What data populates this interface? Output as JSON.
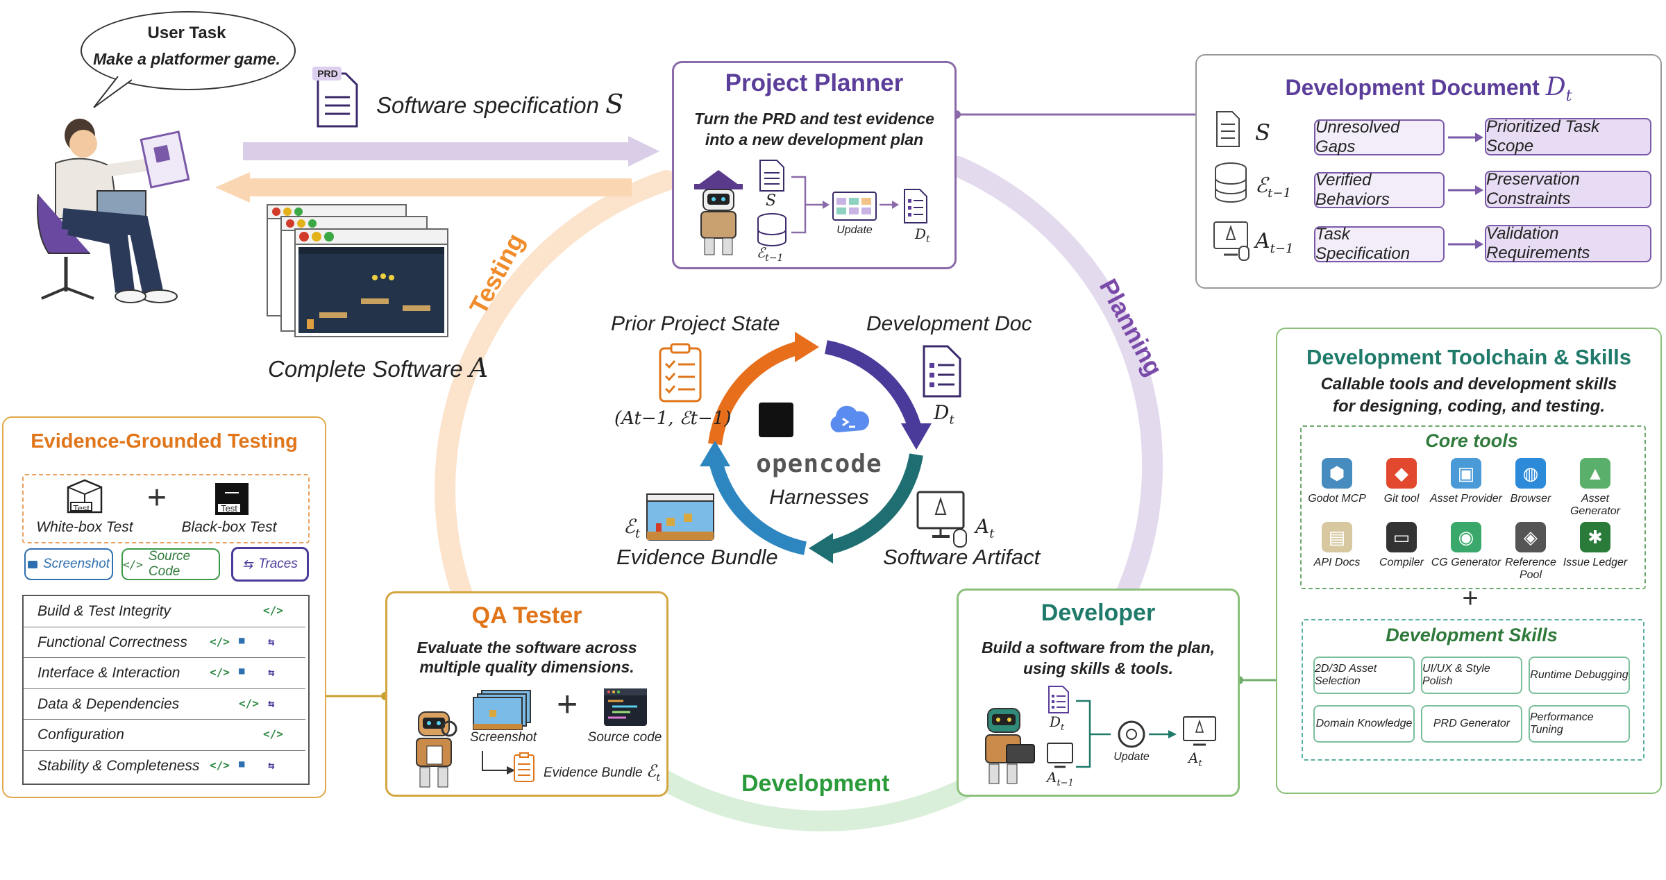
{
  "user": {
    "bubble_title": "User Task",
    "bubble_text": "Make a platformer game."
  },
  "prd_badge": "PRD",
  "spec_label": "Software specification",
  "spec_symbol": "S",
  "complete_label": "Complete Software",
  "complete_symbol": "A",
  "planner": {
    "title": "Project Planner",
    "desc_line1": "Turn the PRD and test evidence",
    "desc_line2": "into a new development plan",
    "s_label": "S",
    "e_label": "ℰ",
    "e_sub": "t−1",
    "update_label": "Update",
    "d_label": "D",
    "d_sub": "t"
  },
  "dev_doc": {
    "title": "Development Document",
    "title_symbol": "D",
    "title_sub": "t",
    "rows": [
      {
        "symbol": "S",
        "sub": "",
        "left": "Unresolved Gaps",
        "right": "Prioritized Task Scope"
      },
      {
        "symbol": "ℰ",
        "sub": "t−1",
        "left": "Verified Behaviors",
        "right": "Preservation Constraints"
      },
      {
        "symbol": "A",
        "sub": "t−1",
        "left": "Task Specification",
        "right": "Validation Requirements"
      }
    ]
  },
  "cycle": {
    "testing": "Testing",
    "planning": "Planning",
    "development": "Development",
    "prior_state": "Prior Project State",
    "prior_formula": "(A",
    "prior_formula_full": "(At−1, ℰt−1)",
    "dev_doc": "Development Doc",
    "dev_doc_sym": "D",
    "dev_doc_sub": "t",
    "evidence": "Evidence Bundle",
    "evidence_sym": "ℰ",
    "evidence_sub": "t",
    "artifact": "Software Artifact",
    "artifact_sym": "A",
    "artifact_sub": "t",
    "center_logo": "opencode",
    "center_label": "Harnesses"
  },
  "testing_panel": {
    "title": "Evidence-Grounded Testing",
    "whitebox": "White-box Test",
    "blackbox": "Black-box Test",
    "test_tag": "Test",
    "chips": [
      "Screenshot",
      "Source Code",
      "Traces"
    ],
    "rows": [
      {
        "label": "Build & Test Integrity",
        "icons": [
          "code"
        ]
      },
      {
        "label": "Functional Correctness",
        "icons": [
          "code",
          "cam",
          "trace"
        ]
      },
      {
        "label": "Interface & Interaction",
        "icons": [
          "code",
          "cam",
          "trace"
        ]
      },
      {
        "label": "Data & Dependencies",
        "icons": [
          "code",
          "trace"
        ]
      },
      {
        "label": "Configuration",
        "icons": [
          "code"
        ]
      },
      {
        "label": "Stability & Completeness",
        "icons": [
          "code",
          "cam",
          "trace"
        ]
      }
    ]
  },
  "qa": {
    "title": "QA Tester",
    "desc_line1": "Evaluate the software across",
    "desc_line2": "multiple quality dimensions.",
    "screenshot": "Screenshot",
    "source": "Source code",
    "bundle": "Evidence Bundle",
    "bundle_sym": "ℰ",
    "bundle_sub": "t"
  },
  "developer": {
    "title": "Developer",
    "desc_line1": "Build a software from the plan,",
    "desc_line2": "using skills & tools.",
    "d_sym": "D",
    "d_sub": "t",
    "a_sym": "A",
    "a_sub": "t−1",
    "update": "Update",
    "out_sym": "A",
    "out_sub": "t"
  },
  "toolchain": {
    "title": "Development Toolchain & Skills",
    "desc_line1": "Callable tools and development skills",
    "desc_line2": "for designing, coding, and testing.",
    "core_title": "Core tools",
    "tools": [
      "Godot MCP",
      "Git tool",
      "Asset Provider",
      "Browser",
      "Asset Generator",
      "API Docs",
      "Compiler",
      "CG Generator",
      "Reference Pool",
      "Issue Ledger"
    ],
    "skills_title": "Development Skills",
    "skills": [
      "2D/3D Asset Selection",
      "UI/UX & Style Polish",
      "Runtime Debugging",
      "Domain Knowledge",
      "PRD Generator",
      "Performance Tuning"
    ],
    "plus": "+"
  },
  "colors": {
    "purple": "#5b3d9a",
    "orange": "#e0751a",
    "green": "#2f8a45",
    "teal": "#1f7a6a",
    "cycle_blue": "#2a4f8c"
  }
}
